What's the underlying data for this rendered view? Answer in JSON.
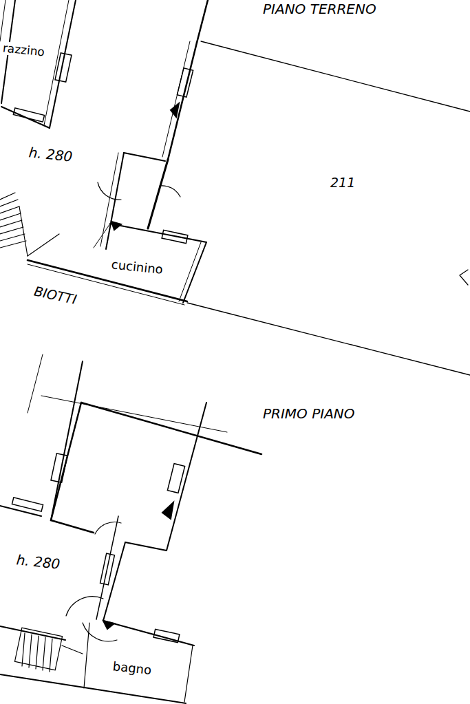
{
  "diagram": {
    "labels": [
      "PIANO TERRENO",
      "razzino",
      "h. 280",
      "211",
      "cucinino",
      "BIOTTI",
      "PRIMO PIANO",
      "h. 280",
      "bagno"
    ]
  }
}
